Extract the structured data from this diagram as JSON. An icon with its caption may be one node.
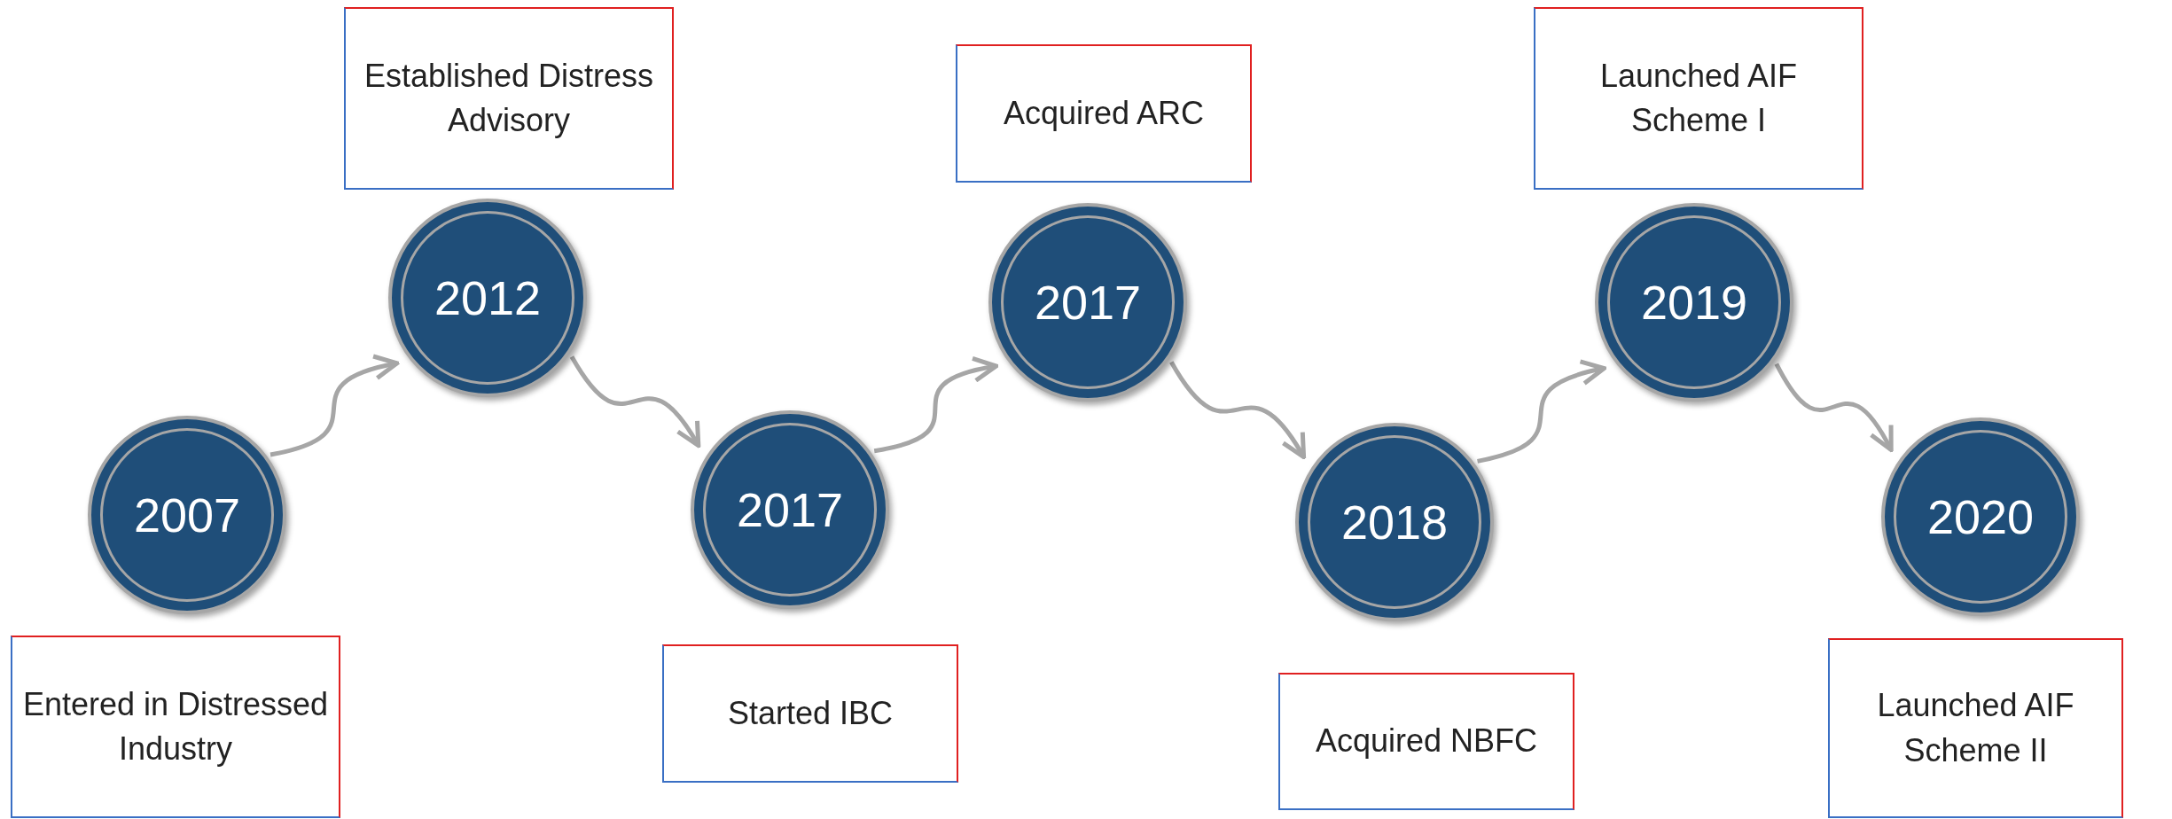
{
  "diagram": {
    "nodes": [
      {
        "text": [
          "2007"
        ]
      },
      {
        "text": [
          "Entered in Distressed Industry"
        ]
      },
      {
        "text": [
          "2012"
        ]
      },
      {
        "text": [
          "Established Distress Advisory"
        ]
      },
      {
        "text": [
          "2017"
        ]
      },
      {
        "text": [
          "Started IBC"
        ]
      },
      {
        "text": [
          "2017"
        ]
      },
      {
        "text": [
          "Acquired ARC"
        ]
      },
      {
        "text": [
          "2018"
        ]
      },
      {
        "text": [
          "Acquired NBFC"
        ]
      },
      {
        "text": [
          "2019"
        ]
      },
      {
        "text": [
          "Launched AIF Scheme I"
        ]
      },
      {
        "text": [
          "2020"
        ]
      },
      {
        "text": [
          "Launched AIF Scheme II"
        ]
      }
    ],
    "edges": [
      {
        "from": 0,
        "to": 2,
        "arrow": "to"
      },
      {
        "from": 2,
        "to": 4,
        "arrow": "to"
      },
      {
        "from": 4,
        "to": 6,
        "arrow": "to"
      },
      {
        "from": 6,
        "to": 8,
        "arrow": "to"
      },
      {
        "from": 8,
        "to": 10,
        "arrow": "to"
      },
      {
        "from": 10,
        "to": 12,
        "arrow": "to"
      }
    ]
  }
}
